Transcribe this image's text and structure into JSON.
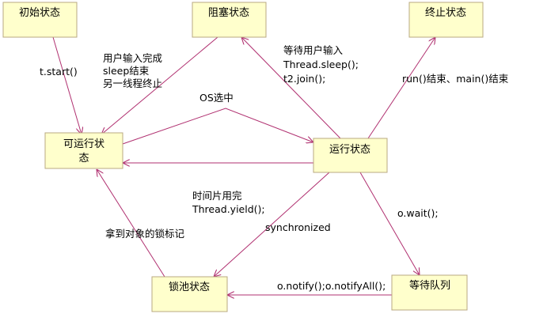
{
  "colors": {
    "node_fill": "#ffffcc",
    "node_border": "#b8a882",
    "edge": "#b03070"
  },
  "nodes": {
    "initial": "初始状态",
    "blocked": "阻塞状态",
    "terminated": "终止状态",
    "runnable_line1": "可运行状",
    "runnable_line2": "态",
    "running": "运行状态",
    "lock_pool": "锁池状态",
    "wait_queue": "等待队列"
  },
  "edges": {
    "initial_to_runnable": "t.start()",
    "blocked_to_runnable": [
      "用户输入完成",
      "sleep结束",
      "另一线程终止"
    ],
    "runnable_to_running": "OS选中",
    "running_to_blocked": [
      "等待用户输入",
      "Thread.sleep();",
      "t2.join();"
    ],
    "running_to_terminated": "run()结束、main()结束",
    "running_to_runnable": [
      "时间片用完",
      "Thread.yield();"
    ],
    "lock_pool_to_runnable": "拿到对象的锁标记",
    "running_to_lock_pool": "synchronized",
    "running_to_wait_queue": "o.wait();",
    "wait_queue_to_lock_pool": "o.notify();o.notifyAll();"
  }
}
